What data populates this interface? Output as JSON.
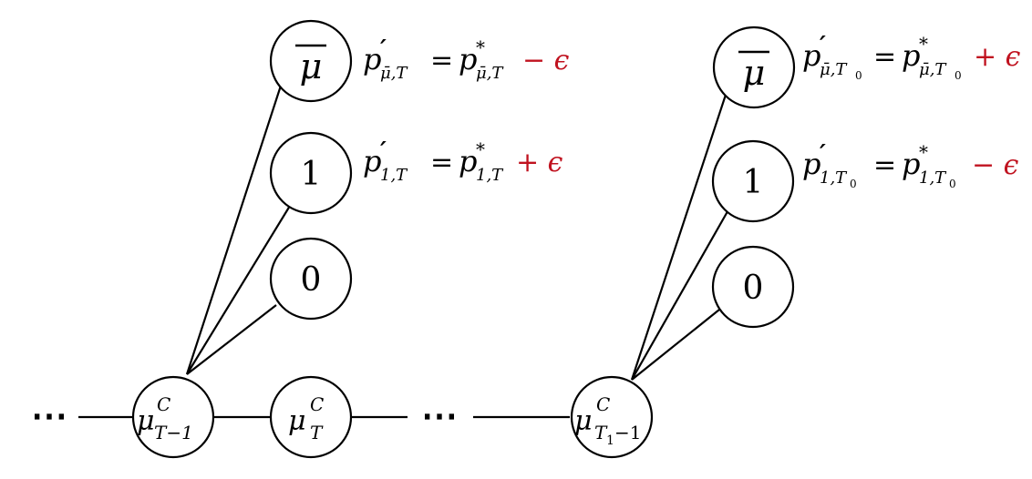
{
  "colors": {
    "ink": "#000000",
    "accent": "#c0121f",
    "background": "#ffffff"
  },
  "left_tree": {
    "node_mubar": {
      "label": "μ̄"
    },
    "node_one": {
      "label": "1"
    },
    "node_zero": {
      "label": "0"
    },
    "root": {
      "base": "μ",
      "sup": "C",
      "sub": "T−1"
    },
    "next_state": {
      "base": "μ",
      "sup": "C",
      "sub": "T"
    },
    "eq_mubar": {
      "lhs_base": "p",
      "lhs_prime": "′",
      "lhs_sub": "μ̄,T",
      "equals": "=",
      "rhs_base": "p",
      "rhs_star": "*",
      "rhs_sub": "μ̄,T",
      "perturbation": "− ϵ"
    },
    "eq_one": {
      "lhs_base": "p",
      "lhs_prime": "′",
      "lhs_sub": "1,T",
      "equals": "=",
      "rhs_base": "p",
      "rhs_star": "*",
      "rhs_sub": "1,T",
      "perturbation": "+ ϵ"
    }
  },
  "right_tree": {
    "node_mubar": {
      "label": "μ̄"
    },
    "node_one": {
      "label": "1"
    },
    "node_zero": {
      "label": "0"
    },
    "root": {
      "base": "μ",
      "sup": "C",
      "sub_main": "T",
      "sub_index": "1",
      "sub_tail": "−1"
    },
    "eq_mubar": {
      "lhs_base": "p",
      "lhs_prime": "′",
      "lhs_sub_main": "μ̄,T",
      "lhs_sub_index": "0",
      "equals": "=",
      "rhs_base": "p",
      "rhs_star": "*",
      "rhs_sub_main": "μ̄,T",
      "rhs_sub_index": "0",
      "perturbation": "+ ϵ"
    },
    "eq_one": {
      "lhs_base": "p",
      "lhs_prime": "′",
      "lhs_sub_main": "1,T",
      "lhs_sub_index": "0",
      "equals": "=",
      "rhs_base": "p",
      "rhs_star": "*",
      "rhs_sub_main": "1,T",
      "rhs_sub_index": "0",
      "perturbation": "− ϵ"
    }
  },
  "chain": {
    "ellipsis_left": "⋯",
    "ellipsis_mid": "⋯"
  }
}
